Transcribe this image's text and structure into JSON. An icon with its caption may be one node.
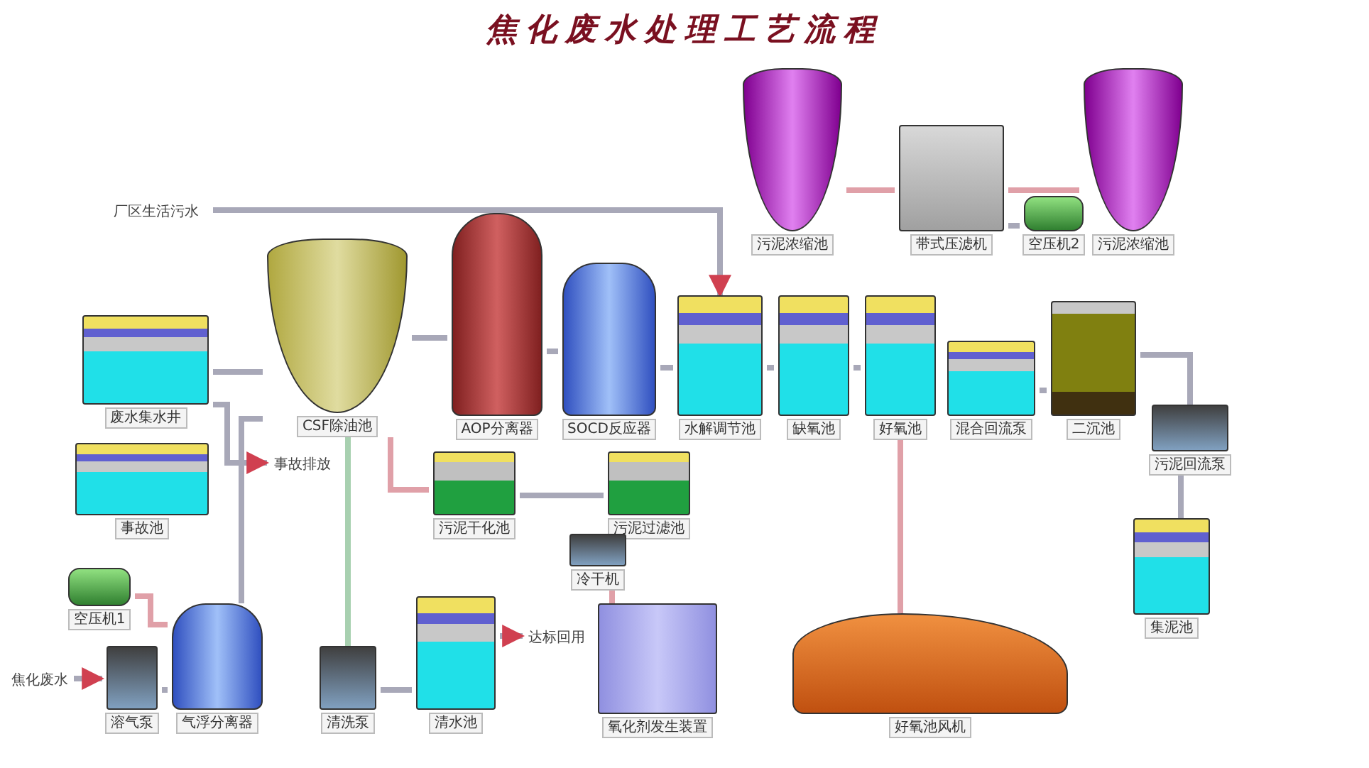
{
  "diagram": {
    "title": "焦化废水处理工艺流程",
    "nodes": [
      {
        "text": [
          "厂区生活污水"
        ]
      },
      {
        "text": [
          "废水集水井"
        ]
      },
      {
        "text": [
          "事故池"
        ]
      },
      {
        "text": [
          "CSF除油池"
        ]
      },
      {
        "text": [
          "AOP分离器"
        ]
      },
      {
        "text": [
          "SOCD反应器"
        ]
      },
      {
        "text": [
          "水解调节池"
        ]
      },
      {
        "text": [
          "缺氧池"
        ]
      },
      {
        "text": [
          "好氧池"
        ]
      },
      {
        "text": [
          "混合回流泵"
        ]
      },
      {
        "text": [
          "二沉池"
        ]
      },
      {
        "text": [
          "污泥回流泵"
        ]
      },
      {
        "text": [
          "集泥池"
        ]
      },
      {
        "text": [
          "污泥浓缩池"
        ]
      },
      {
        "text": [
          "带式压滤机"
        ]
      },
      {
        "text": [
          "空压机2"
        ]
      },
      {
        "text": [
          "污泥浓缩池"
        ]
      },
      {
        "text": [
          "污泥干化池"
        ]
      },
      {
        "text": [
          "污泥过滤池"
        ]
      },
      {
        "text": [
          "冷干机"
        ]
      },
      {
        "text": [
          "氧化剂发生装置"
        ]
      },
      {
        "text": [
          "好氧池风机"
        ]
      },
      {
        "text": [
          "空压机1"
        ]
      },
      {
        "text": [
          "溶气泵"
        ]
      },
      {
        "text": [
          "气浮分离器"
        ]
      },
      {
        "text": [
          "清洗泵"
        ]
      },
      {
        "text": [
          "清水池"
        ]
      },
      {
        "text": [
          "焦化废水"
        ]
      },
      {
        "text": [
          "事故排放"
        ]
      },
      {
        "text": [
          "达标回用"
        ]
      }
    ],
    "edges": [
      {
        "from": 0,
        "to": 6,
        "arrow": "to"
      },
      {
        "from": 27,
        "to": 23,
        "arrow": "to"
      },
      {
        "from": 1,
        "to": 3,
        "arrow": "none"
      },
      {
        "from": 1,
        "to": 28,
        "arrow": "to"
      },
      {
        "from": 22,
        "to": 24,
        "arrow": "none",
        "color": "#e0a0a8"
      },
      {
        "from": 23,
        "to": 24,
        "arrow": "none"
      },
      {
        "from": 24,
        "to": 3,
        "arrow": "none"
      },
      {
        "from": 3,
        "to": 4,
        "arrow": "none"
      },
      {
        "from": 4,
        "to": 5,
        "arrow": "none"
      },
      {
        "from": 5,
        "to": 6,
        "arrow": "none"
      },
      {
        "from": 6,
        "to": 7,
        "arrow": "none"
      },
      {
        "from": 7,
        "to": 8,
        "arrow": "none"
      },
      {
        "from": 9,
        "to": 10,
        "arrow": "none"
      },
      {
        "from": 10,
        "to": 11,
        "arrow": "none"
      },
      {
        "from": 11,
        "to": 12,
        "arrow": "none"
      },
      {
        "from": 13,
        "to": 14,
        "arrow": "none",
        "color": "#e0a0a8"
      },
      {
        "from": 14,
        "to": 16,
        "arrow": "none",
        "color": "#e0a0a8"
      },
      {
        "from": 14,
        "to": 15,
        "arrow": "none"
      },
      {
        "from": 3,
        "to": 17,
        "arrow": "none",
        "color": "#e0a0a8"
      },
      {
        "from": 17,
        "to": 18,
        "arrow": "none"
      },
      {
        "from": 19,
        "to": 20,
        "arrow": "none",
        "color": "#e0a0a8"
      },
      {
        "from": 21,
        "to": 8,
        "arrow": "none",
        "color": "#e0a0a8"
      },
      {
        "from": 26,
        "to": 25,
        "arrow": "none"
      },
      {
        "from": 25,
        "to": 3,
        "arrow": "none",
        "color": "#a8d0b0"
      },
      {
        "from": 26,
        "to": 29,
        "arrow": "to"
      }
    ]
  }
}
